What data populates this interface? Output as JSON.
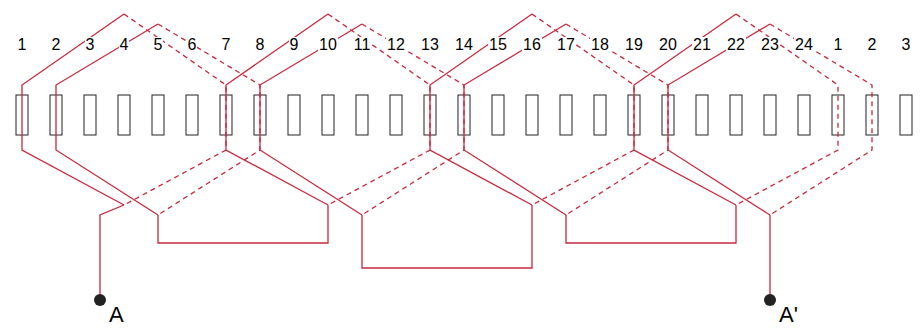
{
  "diagram": {
    "labels": [
      "1",
      "2",
      "3",
      "4",
      "5",
      "6",
      "7",
      "8",
      "9",
      "10",
      "11",
      "12",
      "13",
      "14",
      "15",
      "16",
      "17",
      "18",
      "19",
      "20",
      "21",
      "22",
      "23",
      "24",
      "1",
      "2",
      "3",
      "A",
      "A'"
    ]
  }
}
